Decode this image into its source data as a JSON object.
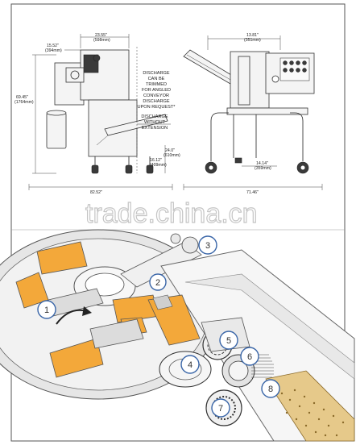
{
  "top_diagram": {
    "left_view": {
      "dim_top": "23.55\"\n(598mm)",
      "dim_top_line1": "23.55\"",
      "dim_top_line2": "(598mm)",
      "dim_left_top_line1": "15.52\"",
      "dim_left_top_line2": "(394mm)",
      "dim_height_line1": "69.45\"",
      "dim_height_line2": "(1764mm)",
      "dim_right_a_line1": "24.0\"",
      "dim_right_a_line2": "(610mm)",
      "dim_right_b_line1": "16.12\"",
      "dim_right_b_line2": "(409mm)",
      "dim_bottom": "82.52\""
    },
    "note_discharge_trim": [
      "DISCHARGE",
      "CAN BE",
      "TRIMMED",
      "FOR ANGLED",
      "CONVEYOR",
      "DISCHARGE",
      "UPON REQUEST*"
    ],
    "note_discharge_ext": [
      "DISCHARGE",
      "WITHOUT",
      "EXTENSION"
    ],
    "right_view": {
      "dim_top_line1": "13.81\"",
      "dim_top_line2": "(351mm)",
      "dim_base_line1": "14.14\"",
      "dim_base_line2": "(359mm)",
      "dim_bottom": "71.46\""
    }
  },
  "watermark": "trade.china.cn",
  "callouts": [
    "1",
    "2",
    "3",
    "4",
    "5",
    "6",
    "7",
    "8"
  ],
  "colors": {
    "accent": "#f3a83a",
    "callout_ring": "#3a66a8"
  }
}
